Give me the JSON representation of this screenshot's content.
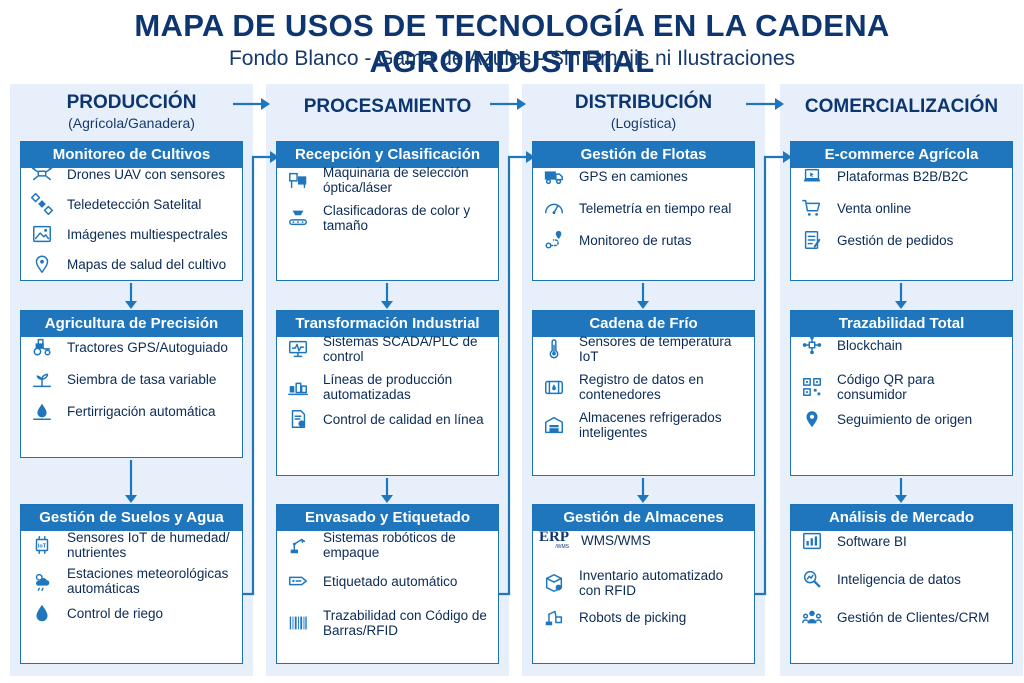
{
  "header": {
    "title": "MAPA DE USOS DE TECNOLOGÍA EN LA CADENA AGROINDUSTRIAL",
    "subtitle": "Fondo Blanco - Gama de Azules - Sin Emojis ni Ilustraciones"
  },
  "colors": {
    "primary": "#1f76bd",
    "dark": "#0d3570",
    "column_bg": "#e7f0fa"
  },
  "columns": [
    {
      "title": "PRODUCCIÓN",
      "subtitle": "(Agrícola/Ganadera)",
      "cards": [
        {
          "title": "Monitoreo de Cultivos",
          "items": [
            {
              "icon": "drone-icon",
              "label": "Drones UAV con sensores"
            },
            {
              "icon": "satellite-icon",
              "label": "Teledetección Satelital"
            },
            {
              "icon": "image-icon",
              "label": "Imágenes multiespectrales"
            },
            {
              "icon": "map-pin-icon",
              "label": "Mapas de salud del cultivo"
            }
          ]
        },
        {
          "title": "Agricultura de Precisión",
          "items": [
            {
              "icon": "tractor-icon",
              "label": "Tractores GPS/Autoguiado"
            },
            {
              "icon": "seeding-icon",
              "label": "Siembra de tasa variable"
            },
            {
              "icon": "water-drop-icon",
              "label": "Fertirrigación automática"
            }
          ]
        },
        {
          "title": "Gestión de Suelos y Agua",
          "items": [
            {
              "icon": "iot-chip-icon",
              "label": "Sensores IoT de humedad/ nutrientes"
            },
            {
              "icon": "weather-icon",
              "label": "Estaciones meteorológicas automáticas"
            },
            {
              "icon": "drop-icon",
              "label": "Control de riego"
            }
          ]
        }
      ]
    },
    {
      "title": "PROCESAMIENTO",
      "subtitle": "",
      "cards": [
        {
          "title": "Recepción y Clasificación",
          "items": [
            {
              "icon": "sorting-machine-icon",
              "label": "Maquinaria de selección óptica/láser"
            },
            {
              "icon": "conveyor-icon",
              "label": "Clasificadoras de color y tamaño"
            }
          ]
        },
        {
          "title": "Transformación Industrial",
          "items": [
            {
              "icon": "monitor-icon",
              "label": "Sistemas SCADA/PLC de control"
            },
            {
              "icon": "production-line-icon",
              "label": "Líneas de producción automatizadas"
            },
            {
              "icon": "quality-check-icon",
              "label": "Control de calidad en línea"
            }
          ]
        },
        {
          "title": "Envasado y Etiquetado",
          "items": [
            {
              "icon": "robot-arm-icon",
              "label": "Sistemas robóticos de empaque"
            },
            {
              "icon": "tag-icon",
              "label": "Etiquetado automático"
            },
            {
              "icon": "barcode-icon",
              "label": "Trazabilidad con Código de Barras/RFID"
            }
          ]
        }
      ]
    },
    {
      "title": "DISTRIBUCIÓN",
      "subtitle": "(Logística)",
      "cards": [
        {
          "title": "Gestión de Flotas",
          "items": [
            {
              "icon": "truck-icon",
              "label": "GPS en camiones"
            },
            {
              "icon": "gauge-icon",
              "label": "Telemetría en tiempo real"
            },
            {
              "icon": "route-icon",
              "label": "Monitoreo de rutas"
            }
          ]
        },
        {
          "title": "Cadena de Frío",
          "items": [
            {
              "icon": "thermometer-icon",
              "label": "Sensores de temperatura IoT"
            },
            {
              "icon": "container-icon",
              "label": "Registro de datos en contenedores"
            },
            {
              "icon": "warehouse-icon",
              "label": "Almacenes refrigerados inteligentes"
            }
          ]
        },
        {
          "title": "Gestión de Almacenes",
          "items": [
            {
              "icon": "erp-icon",
              "label": "WMS/WMS",
              "badge": "ERP",
              "badge_sub": "WMS"
            },
            {
              "icon": "box-check-icon",
              "label": "Inventario automatizado con RFID"
            },
            {
              "icon": "picking-robot-icon",
              "label": "Robots de picking"
            }
          ]
        }
      ]
    },
    {
      "title": "COMERCIALIZACIÓN",
      "subtitle": "",
      "cards": [
        {
          "title": "E-commerce Agrícola",
          "items": [
            {
              "icon": "laptop-icon",
              "label": "Plataformas B2B/B2C"
            },
            {
              "icon": "cart-icon",
              "label": "Venta online"
            },
            {
              "icon": "order-icon",
              "label": "Gestión de pedidos"
            }
          ]
        },
        {
          "title": "Trazabilidad Total",
          "items": [
            {
              "icon": "blockchain-icon",
              "label": "Blockchain"
            },
            {
              "icon": "qr-icon",
              "label": "Código QR para consumidor"
            },
            {
              "icon": "location-icon",
              "label": "Seguimiento de origen"
            }
          ]
        },
        {
          "title": "Análisis de Mercado",
          "items": [
            {
              "icon": "bar-chart-icon",
              "label": "Software BI"
            },
            {
              "icon": "analytics-icon",
              "label": "Inteligencia de datos"
            },
            {
              "icon": "crm-icon",
              "label": "Gestión de Clientes/CRM"
            }
          ]
        }
      ]
    }
  ]
}
